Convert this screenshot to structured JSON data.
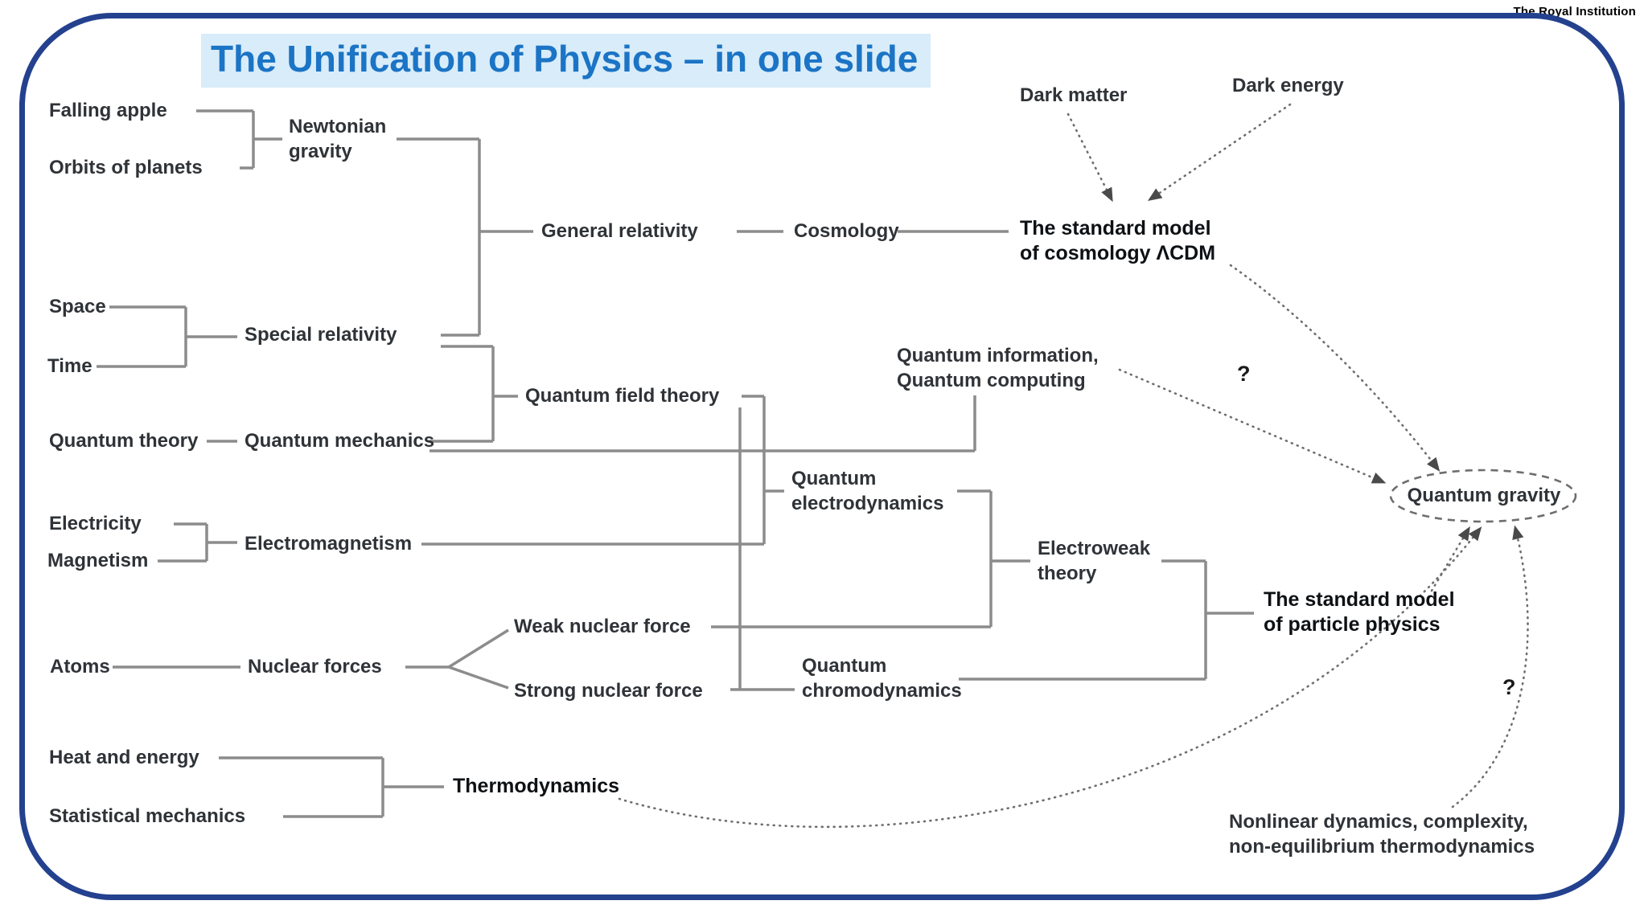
{
  "watermark": "The Royal Institution",
  "title": "The Unification of Physics – in one slide",
  "labels": {
    "falling_apple": "Falling apple",
    "orbits_of_planets": "Orbits of planets",
    "newtonian_gravity": "Newtonian\ngravity",
    "space": "Space",
    "time": "Time",
    "special_relativity": "Special relativity",
    "quantum_theory": "Quantum theory",
    "quantum_mechanics": "Quantum mechanics",
    "electricity": "Electricity",
    "magnetism": "Magnetism",
    "electromagnetism": "Electromagnetism",
    "atoms": "Atoms",
    "nuclear_forces": "Nuclear forces",
    "weak_nuclear_force": "Weak nuclear force",
    "strong_nuclear_force": "Strong nuclear force",
    "heat_and_energy": "Heat and energy",
    "statistical_mechanics": "Statistical mechanics",
    "thermodynamics": "Thermodynamics",
    "general_relativity": "General relativity",
    "quantum_field_theory": "Quantum field theory",
    "cosmology": "Cosmology",
    "standard_model_cosmology": "The standard model\nof cosmology ΛCDM",
    "dark_matter": "Dark matter",
    "dark_energy": "Dark energy",
    "quantum_information": "Quantum information,\nQuantum computing",
    "quantum_electrodynamics": "Quantum\nelectrodynamics",
    "quantum_chromodynamics": "Quantum\nchromodynamics",
    "electroweak_theory": "Electroweak\ntheory",
    "standard_model_particle": "The standard model\nof particle physics",
    "quantum_gravity": "Quantum gravity",
    "nonlinear_dynamics": "Nonlinear dynamics, complexity,\nnon-equilibrium thermodynamics",
    "question_mark": "?"
  },
  "colors": {
    "title_blue": "#1b74c5",
    "title_highlight": "#d8ecf9",
    "border_navy": "#23418e",
    "solid_line_gray": "#8c8c8c",
    "dotted_line_gray": "#6e6e6e",
    "text_dark": "#2f3337",
    "text_emphasis": "#0e1114"
  }
}
